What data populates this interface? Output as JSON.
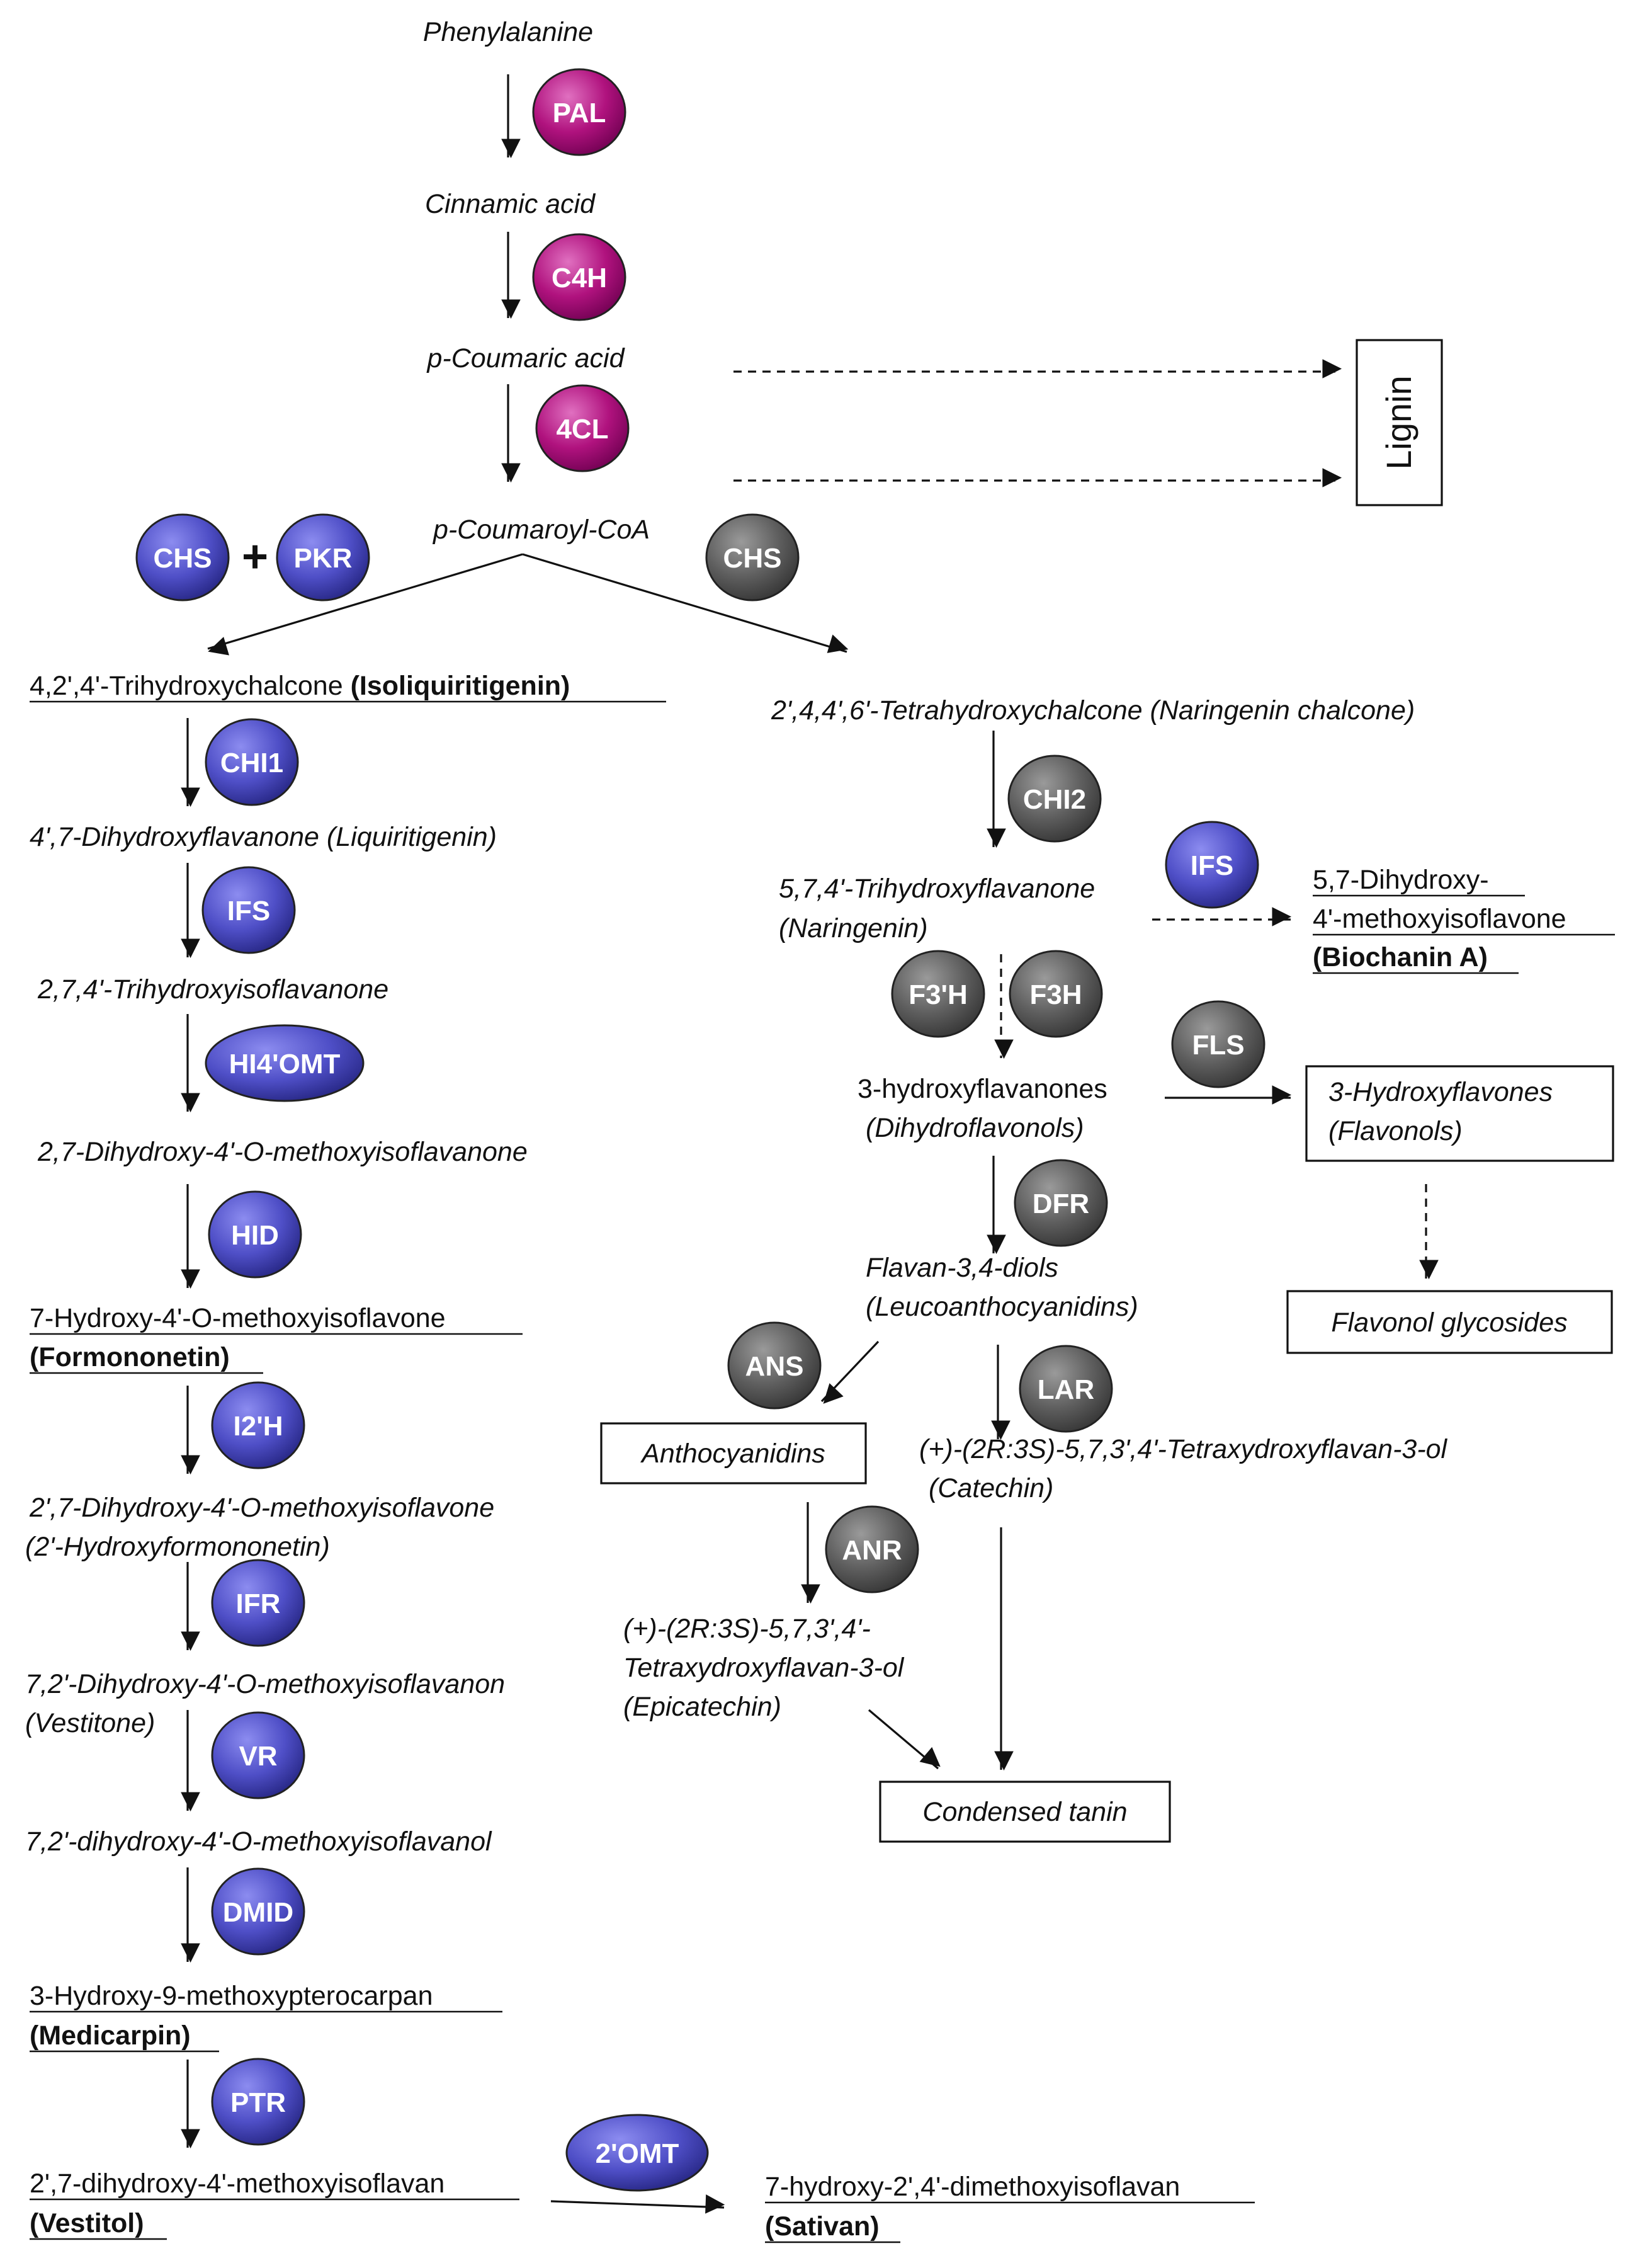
{
  "colors": {
    "magenta_enzyme": "#b0127e",
    "blue_enzyme": "#4f4fc7",
    "gray_enzyme": "#5e5e5e",
    "text": "#111111"
  },
  "compounds": {
    "phenylalanine": "Phenylalanine",
    "cinnamic_acid": "Cinnamic acid",
    "p_coumaric_acid": "p-Coumaric acid",
    "p_coumaroyl_coa": "p-Coumaroyl-CoA",
    "isoliquiritigenin_name": "4,2',4'-Trihydroxychalcone",
    "isoliquiritigenin_common": "(Isoliquiritigenin)",
    "naringenin_chalcone": "2',4,4',6'-Tetrahydroxychalcone (Naringenin chalcone)",
    "liquiritigenin": "4',7-Dihydroxyflavanone (Liquiritigenin)",
    "trihydroxyisoflavanone": "2,7,4'-Trihydroxyisoflavanone",
    "dihydroxy_methoxyisoflavanone": "2,7-Dihydroxy-4'-O-methoxyisoflavanone",
    "formononetin_name": "7-Hydroxy-4'-O-methoxyisoflavone",
    "formononetin_common": "(Formononetin)",
    "hydroxyformononetin_name": "2',7-Dihydroxy-4'-O-methoxyisoflavone",
    "hydroxyformononetin_common": "(2'-Hydroxyformononetin)",
    "vestitone_name": "7,2'-Dihydroxy-4'-O-methoxyisoflavanon",
    "vestitone_common": "(Vestitone)",
    "isoflavanol": "7,2'-dihydroxy-4'-O-methoxyisoflavanol",
    "medicarpin_name": "3-Hydroxy-9-methoxypterocarpan",
    "medicarpin_common": "(Medicarpin)",
    "vestitol_name": "2',7-dihydroxy-4'-methoxyisoflavan",
    "vestitol_common": "(Vestitol)",
    "sativan_name": "7-hydroxy-2',4'-dimethoxyisoflavan",
    "sativan_common": "(Sativan)",
    "naringenin_name": "5,7,4'-Trihydroxyflavanone",
    "naringenin_common": "(Naringenin)",
    "biochanin_line1": "5,7-Dihydroxy-",
    "biochanin_line2": "4'-methoxyisoflavone",
    "biochanin_common": "(Biochanin A)",
    "dihydroflavonols_name": "3-hydroxyflavanones",
    "dihydroflavonols_common": "(Dihydroflavonols)",
    "flavonols_name": "3-Hydroxyflavones",
    "flavonols_common": "(Flavonols)",
    "flavonol_glycosides": "Flavonol glycosides",
    "leucoanthocyanidins_name": "Flavan-3,4-diols",
    "leucoanthocyanidins_common": "(Leucoanthocyanidins)",
    "anthocyanidins": "Anthocyanidins",
    "catechin_name": "(+)-(2R:3S)-5,7,3',4'-Tetraxydroxyflavan-3-ol",
    "catechin_common": "(Catechin)",
    "epicatechin_line1": "(+)-(2R:3S)-5,7,3',4'-",
    "epicatechin_line2": "Tetraxydroxyflavan-3-ol",
    "epicatechin_common": "(Epicatechin)",
    "condensed_tanin": "Condensed tanin",
    "lignin": "Lignin"
  },
  "enzymes": {
    "pal": "PAL",
    "c4h": "C4H",
    "cl4": "4CL",
    "chs_left": "CHS",
    "plus": "+",
    "pkr": "PKR",
    "chs_right": "CHS",
    "chi1": "CHI1",
    "ifs_left": "IFS",
    "hi4omt": "HI4'OMT",
    "hid": "HID",
    "i2h": "I2'H",
    "ifr": "IFR",
    "vr": "VR",
    "dmid": "DMID",
    "ptr": "PTR",
    "omt2": "2'OMT",
    "chi2": "CHI2",
    "ifs_right": "IFS",
    "f3ph": "F3'H",
    "f3h": "F3H",
    "fls": "FLS",
    "dfr": "DFR",
    "ans": "ANS",
    "lar": "LAR",
    "anr": "ANR"
  }
}
